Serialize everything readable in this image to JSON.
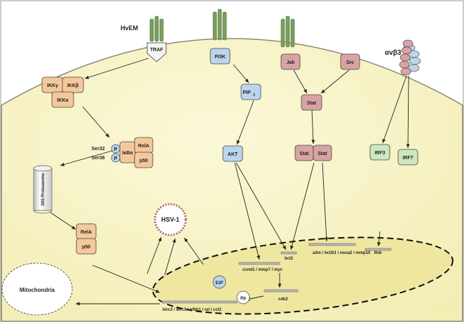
{
  "receptor_label": "HvEM",
  "integrin_label": "αvβ3",
  "colors": {
    "cell": "#f7f3c4",
    "nucleus": "#f2ecaa",
    "orange": "#f5c89c",
    "blue": "#bcd4ec",
    "red": "#d9a3a3",
    "green": "#cde7c0",
    "receptor": "#7aa05c"
  },
  "nodes": {
    "traf": "TRAF",
    "pi3k": "PI3K",
    "jak": "Jak",
    "src": "Src",
    "ikkg": "IKKγ",
    "ikkb": "IKKβ",
    "ikka": "IKKα",
    "pip3": "PIP",
    "pip3_sub": "3",
    "stat": "Stat",
    "stat_left": "Stat",
    "stat_right": "Stat",
    "ser32": "Ser32",
    "ser36": "Ser36",
    "p_top": "P",
    "p_bottom": "P",
    "ikba": "IκBα",
    "rela_top": "RelA",
    "p50_top": "p50",
    "akt": "AKT",
    "irf3": "IRF3",
    "irf7": "IRF7",
    "proteasome": "26S Proteasome",
    "rela_bottom": "RelA",
    "p50_bottom": "p50",
    "hsv": "HSV-1",
    "mitochondria": "Mitochondria",
    "e2f": "E2F",
    "rb": "Rb"
  },
  "genes": {
    "bcl2": "bcl2",
    "a2m": "a2m / bcl2l1 / nosa2 / mmp10",
    "ifnb": "ifnb",
    "ccnd1": "ccnd1 / mmp7 / myc",
    "cdk2": "cdk2",
    "birc2": "birc2 / birc3 / nfkb1 / rel / ccl2"
  }
}
